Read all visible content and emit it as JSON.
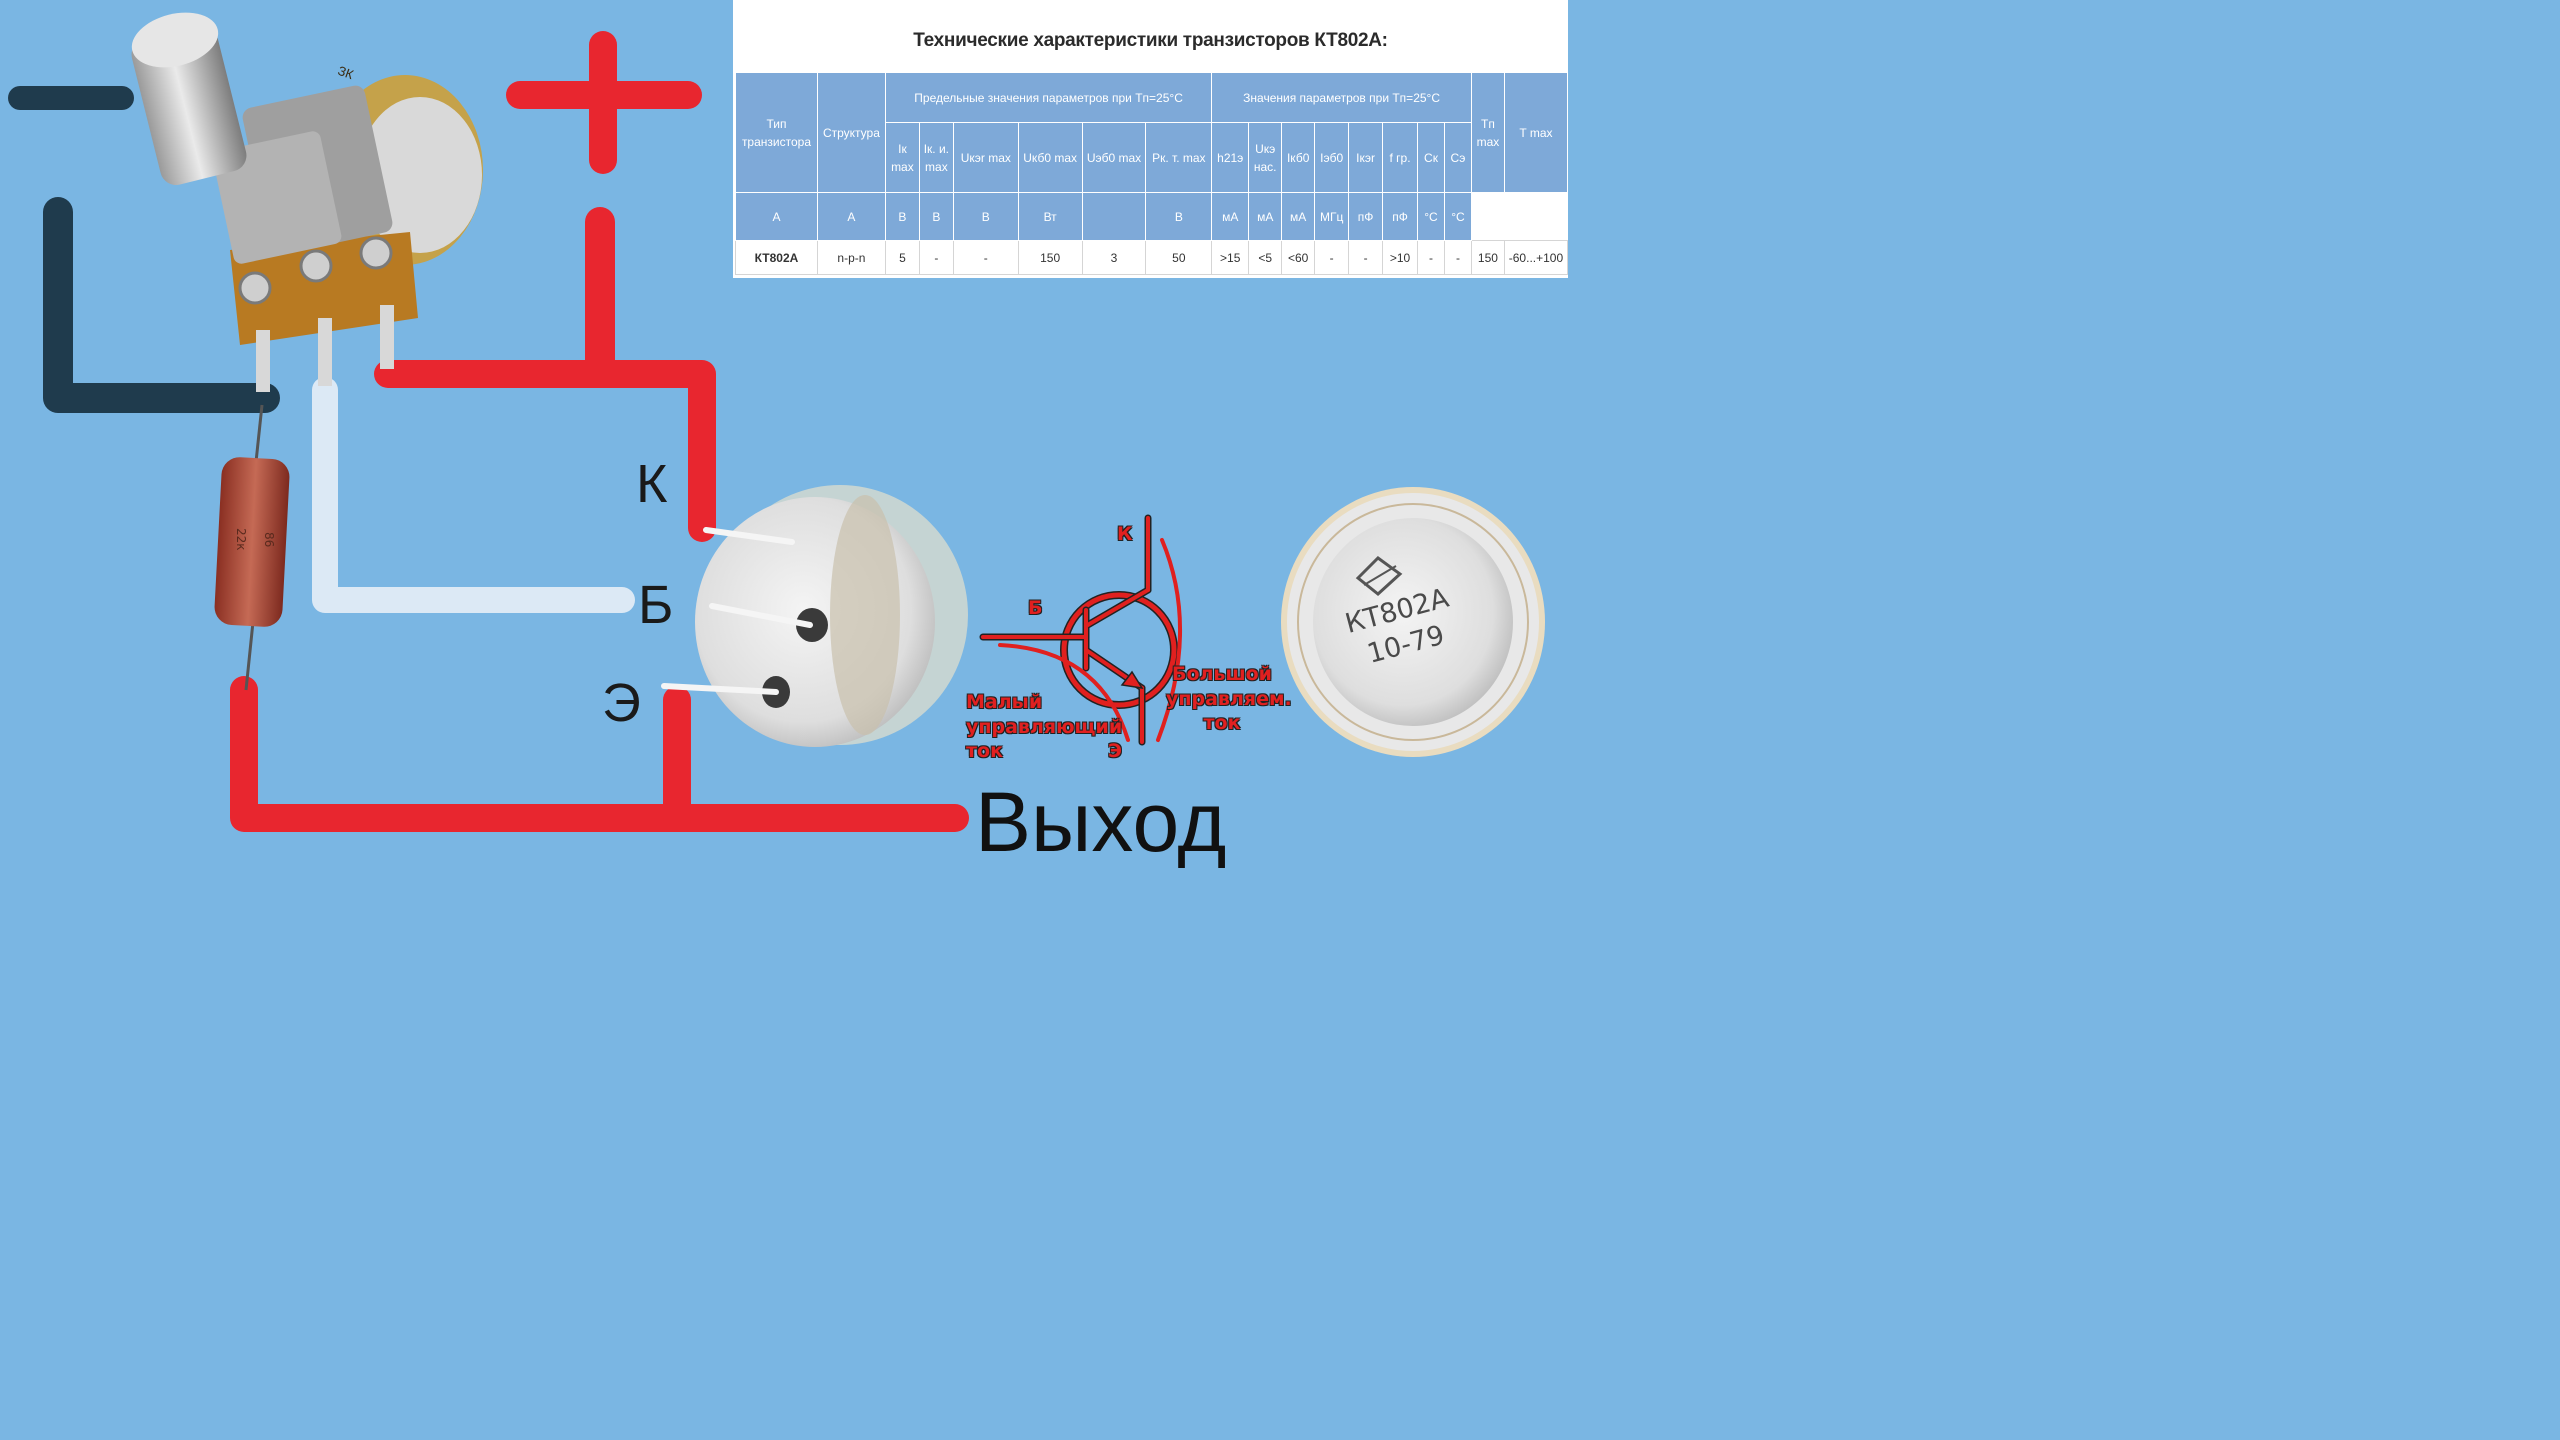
{
  "diagram": {
    "polarity": {
      "minus": "-",
      "plus": "+"
    },
    "pins": {
      "collector": "К",
      "base": "Б",
      "emitter": "Э"
    },
    "output_label": "Выход",
    "potentiometer_marking": "ЗК",
    "resistor_marking": "22к",
    "resistor_marking2": "86",
    "symbol": {
      "collector": "К",
      "base": "Б",
      "emitter": "Э",
      "small_current": "Малый управляющий ток",
      "big_current": "Большой управляем. ток"
    },
    "transistor_marking": {
      "line1": "КТ802А",
      "line2": "10-79"
    },
    "colors": {
      "background": "#7ab6e3",
      "positive_wire": "#e8262f",
      "negative_wire": "#1f3b4d",
      "base_wire": "#dce9f5"
    }
  },
  "spec": {
    "title": "Технические характеристики транзисторов КТ802А:",
    "head": {
      "type": "Тип транзистора",
      "structure": "Структура",
      "limit_group": "Предельные значения параметров при Tп=25°C",
      "param_group": "Значения параметров при Tп=25°C",
      "tp_max": "Tп max",
      "t_max": "T max"
    },
    "columns": [
      "Iк max",
      "Iк. и. max",
      "Uкэr max",
      "Uкб0 max",
      "Uэб0 max",
      "Рк. т. max",
      "h21э",
      "Uкэ нас.",
      "Iкб0",
      "Iэб0",
      "Iкэr",
      "f гр.",
      "Cк",
      "Cэ"
    ],
    "units": [
      "А",
      "А",
      "В",
      "В",
      "В",
      "Вт",
      "",
      "В",
      "мА",
      "мА",
      "мА",
      "МГц",
      "пФ",
      "пФ",
      "°C",
      "°C"
    ],
    "row": [
      "КТ802А",
      "n-p-n",
      "5",
      "-",
      "-",
      "150",
      "3",
      "50",
      ">15",
      "<5",
      "<60",
      "-",
      "-",
      ">10",
      "-",
      "-",
      "150",
      "-60...+100"
    ]
  }
}
